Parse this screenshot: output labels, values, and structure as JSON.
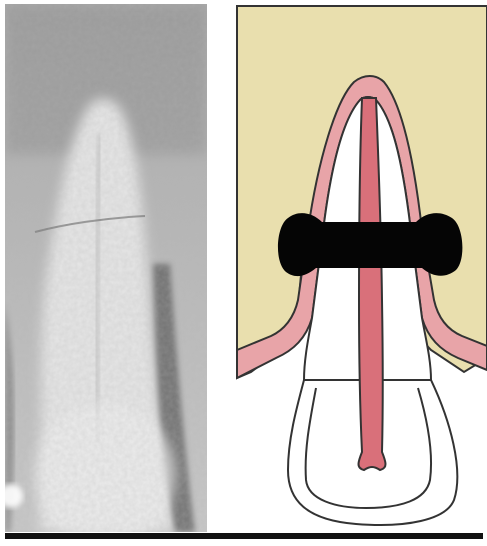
{
  "figure": {
    "panels": [
      {
        "kind": "radiograph",
        "icon": "dental-xray-image"
      },
      {
        "kind": "illustration",
        "icon": "tooth-cross-section-diagram"
      }
    ],
    "colors": {
      "bone": "#e9dfae",
      "gum": "#e8a4a8",
      "pulp": "#d9707a",
      "band": "#050505",
      "outline": "#333333",
      "tooth": "#ffffff",
      "frame": "#111111"
    }
  }
}
